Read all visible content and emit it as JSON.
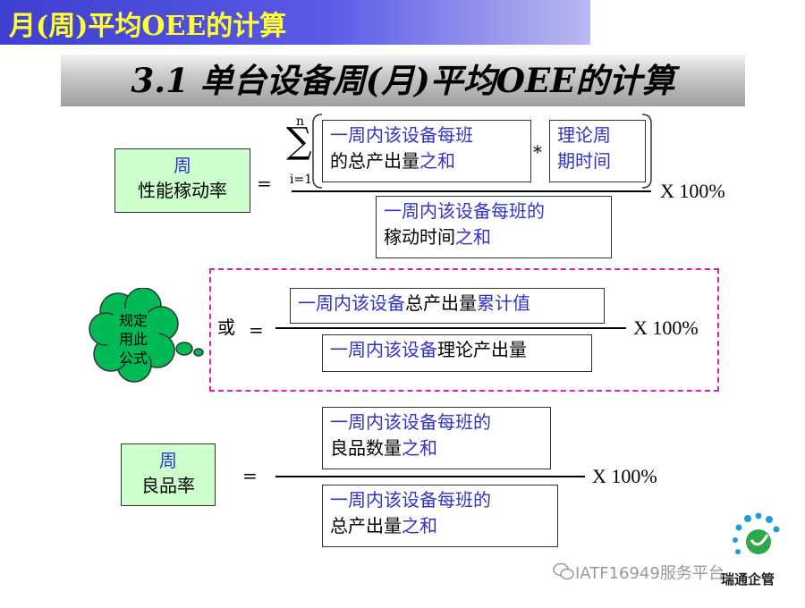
{
  "header": {
    "title": "月(周)平均OEE的计算"
  },
  "section": {
    "title": "3.1 单台设备周(月)平均OEE的计算"
  },
  "formula1": {
    "label_line1": "周",
    "label_line2": "性能稼动率",
    "equals": "=",
    "sum_top": "n",
    "sum_symbol": "∑",
    "sum_bottom": "i=1",
    "num_a_line1": "一周内该设备每班",
    "num_a_line2_black": "的总产出量",
    "num_a_line2_blue": "之和",
    "multiply": "*",
    "num_b_line1": "理论周",
    "num_b_line2": "期时间",
    "den_line1": "一周内该设备每班的",
    "den_line2_black": "稼动时间",
    "den_line2_blue": "之和",
    "percent": "X 100%"
  },
  "formula2": {
    "cloud_line1": "规定",
    "cloud_line2": "用此",
    "cloud_line3": "公式",
    "or_label": "或",
    "equals": "=",
    "num_blue1": "一周内该设备",
    "num_black": "总产出量",
    "num_blue2": "累计值",
    "den_blue": "一周内该设备",
    "den_black": "理论产出量",
    "percent": "X 100%"
  },
  "formula3": {
    "label_line1": "周",
    "label_line2": "良品率",
    "equals": "=",
    "num_line1": "一周内该设备每班的",
    "num_line2_black": "良品数量",
    "num_line2_blue": "之和",
    "den_line1": "一周内该设备每班的",
    "den_line2_black": "总产出量",
    "den_line2_blue": "之和",
    "percent": "X 100%"
  },
  "watermark": {
    "text": "IATF16949服务平台",
    "logo_text": "瑞通企管"
  },
  "colors": {
    "accent_blue": "#3333cc",
    "label_green": "#ccffcc",
    "dashed_pink": "#dd22aa",
    "header_yellow": "#ffff33"
  }
}
